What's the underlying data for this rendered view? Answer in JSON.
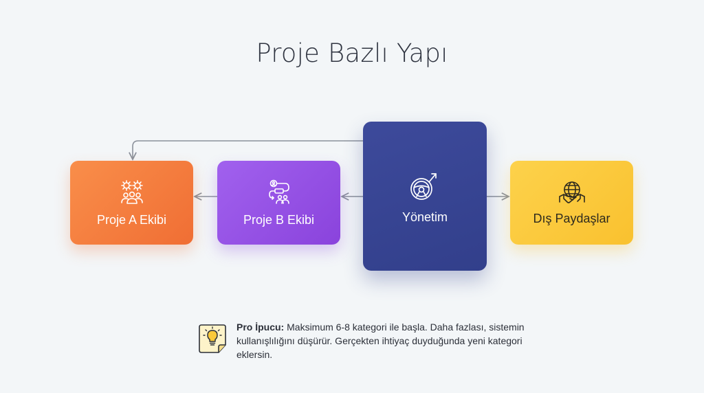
{
  "title": "Proje Bazlı Yapı",
  "nodes": {
    "proje_a": {
      "label": "Proje A Ekibi",
      "icon": "gears-team-icon",
      "color": "#f47b3d"
    },
    "proje_b": {
      "label": "Proje B Ekibi",
      "icon": "workflow-people-icon",
      "color": "#9150e3"
    },
    "yonetim": {
      "label": "Yönetim",
      "icon": "steering-wheel-arrow-icon",
      "color": "#364492"
    },
    "dis_paydaslar": {
      "label": "Dış Paydaşlar",
      "icon": "globe-handshake-icon",
      "color": "#fbca3c"
    }
  },
  "tip": {
    "label": "Pro İpucu:",
    "text": " Maksimum 6-8 kategori ile başla. Daha fazlası, sistemin kullanışlılığını düşürür. Gerçekten ihtiyaç duyduğunda yeni kategori eklersin.",
    "icon": "lightbulb-icon"
  }
}
